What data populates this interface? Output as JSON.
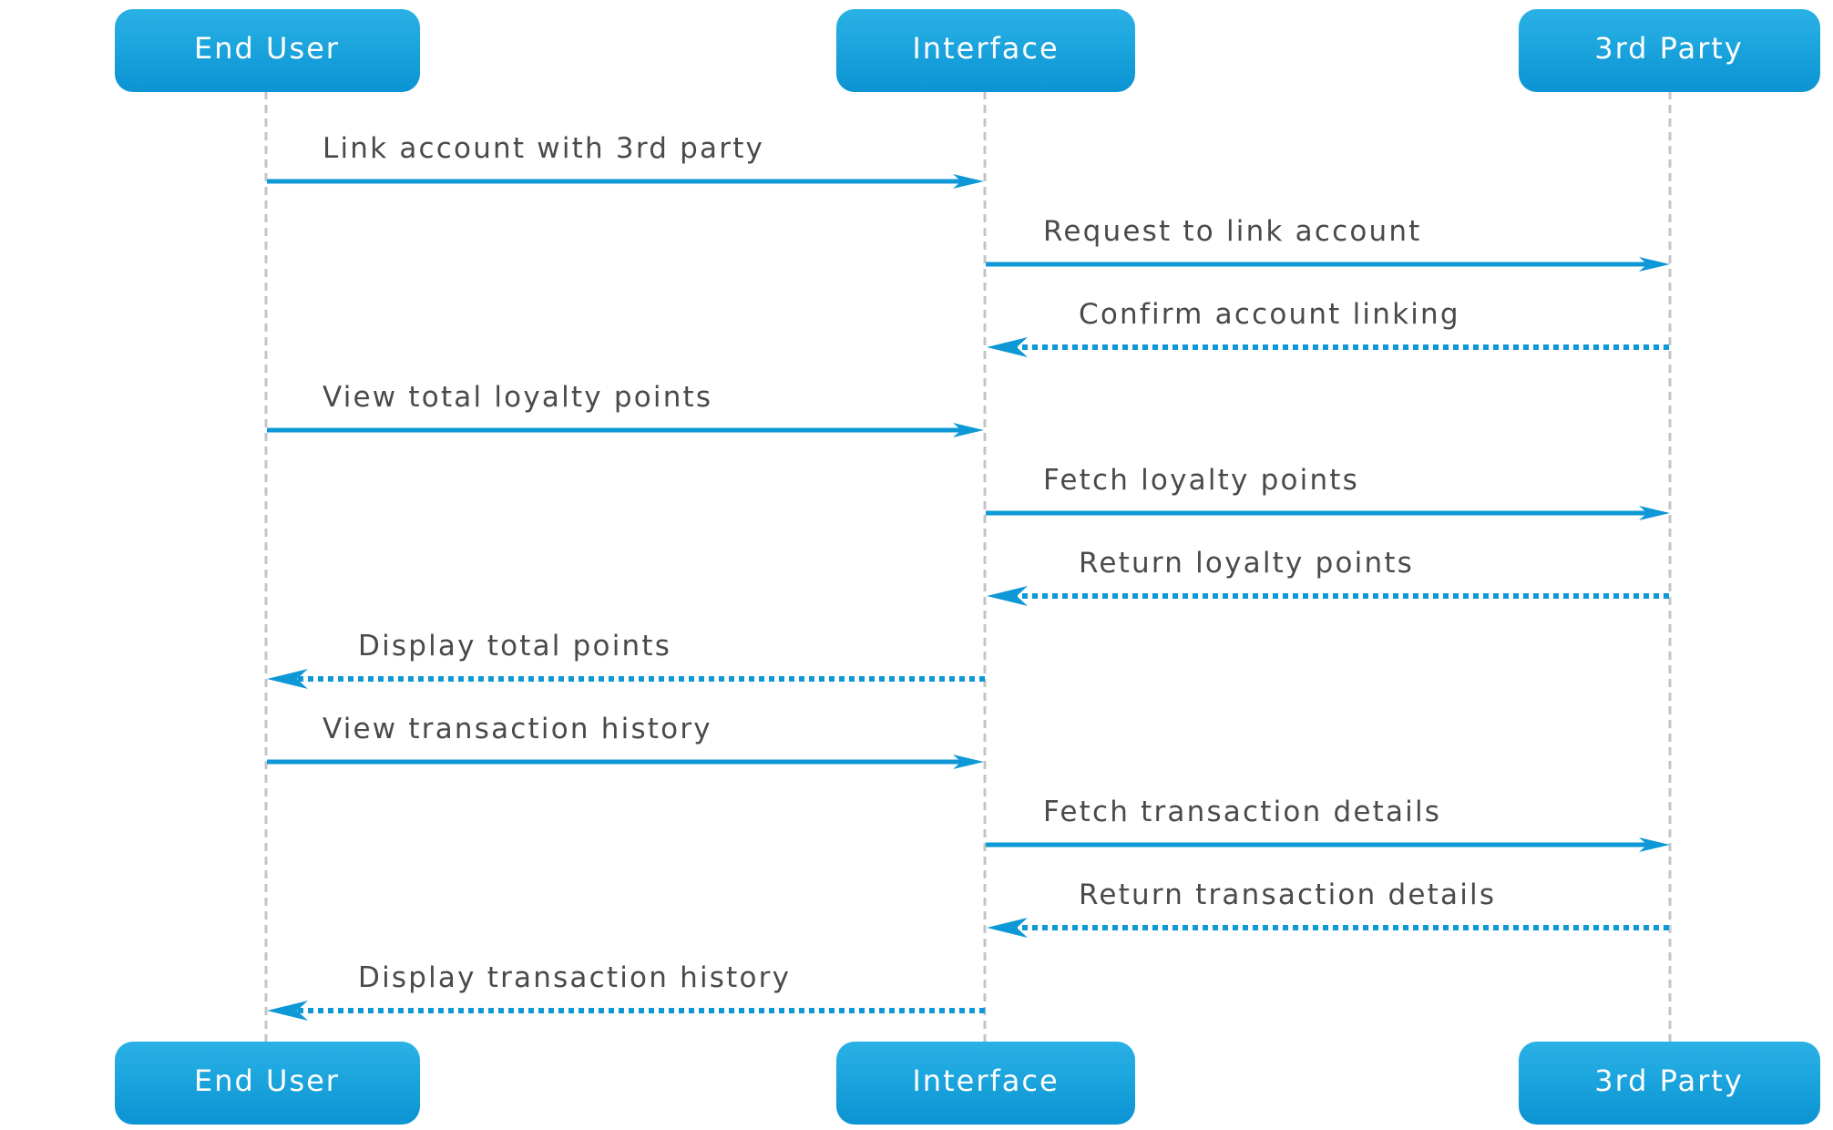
{
  "participants": [
    {
      "id": "user",
      "label": "End User"
    },
    {
      "id": "iface",
      "label": "Interface"
    },
    {
      "id": "third",
      "label": "3rd Party"
    }
  ],
  "messages": [
    {
      "from": "user",
      "to": "iface",
      "kind": "request",
      "label": "Link account with 3rd party"
    },
    {
      "from": "iface",
      "to": "third",
      "kind": "request",
      "label": "Request to link account"
    },
    {
      "from": "third",
      "to": "iface",
      "kind": "return",
      "label": "Confirm account linking"
    },
    {
      "from": "user",
      "to": "iface",
      "kind": "request",
      "label": "View total loyalty points"
    },
    {
      "from": "iface",
      "to": "third",
      "kind": "request",
      "label": "Fetch loyalty points"
    },
    {
      "from": "third",
      "to": "iface",
      "kind": "return",
      "label": "Return loyalty points"
    },
    {
      "from": "iface",
      "to": "user",
      "kind": "return",
      "label": "Display total points"
    },
    {
      "from": "user",
      "to": "iface",
      "kind": "request",
      "label": "View transaction history"
    },
    {
      "from": "iface",
      "to": "third",
      "kind": "request",
      "label": "Fetch transaction details"
    },
    {
      "from": "third",
      "to": "iface",
      "kind": "return",
      "label": "Return transaction details"
    },
    {
      "from": "iface",
      "to": "user",
      "kind": "return",
      "label": "Display transaction history"
    }
  ],
  "colors": {
    "participant_top": "#2ab2e6",
    "participant_bottom": "#0b93d3",
    "arrow": "#0e98d6",
    "lifeline": "#c4c4c4",
    "label_text": "#4a4a4a"
  }
}
